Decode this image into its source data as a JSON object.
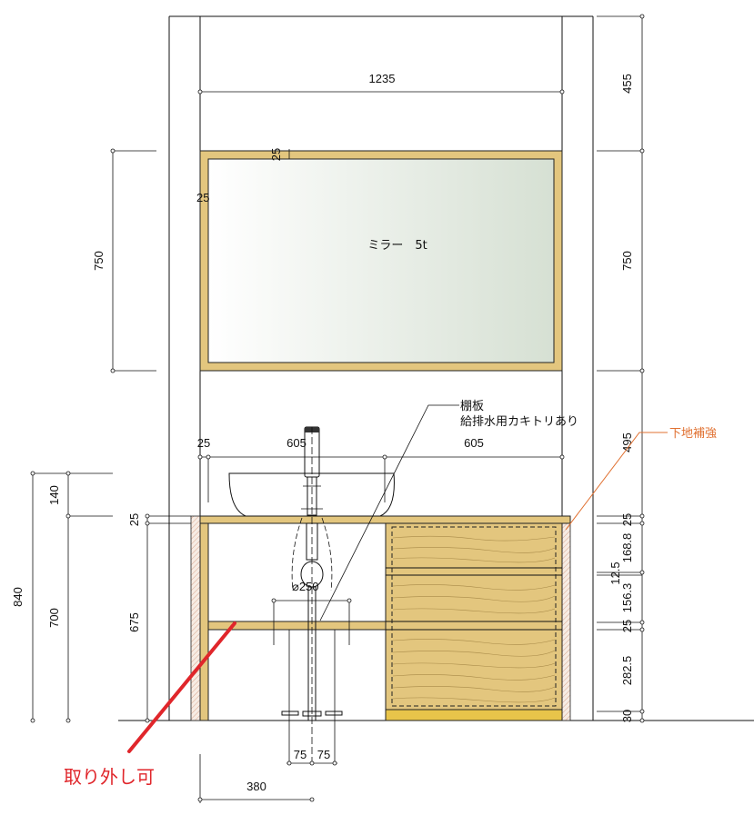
{
  "title": "洗面台 立面図",
  "colors": {
    "wood": "#e3c67e",
    "wood_band": "#e8c44a",
    "orange_note": "#e07030",
    "red_note": "#e0262b"
  },
  "mirror": {
    "label": "ミラー　5t",
    "frame_top": "25",
    "frame_side": "25"
  },
  "dims_top": {
    "width_overall": "1235",
    "left_gap": "25",
    "sink_half": "605",
    "cabinet_half": "605"
  },
  "dims_left": {
    "mirror_height": "750",
    "total_height": "840",
    "sink_height": "140",
    "counter_height": "700",
    "inner_height": "675",
    "top_thickness": "25"
  },
  "dims_right": [
    "455",
    "750",
    "495",
    "25",
    "168.8",
    "12.5",
    "156.3",
    "25",
    "282.5",
    "30"
  ],
  "dims_bottom": {
    "pipe_left": "75",
    "pipe_right": "75",
    "pipe_offset": "380"
  },
  "trap_radius": "⌀250",
  "notes": {
    "shelf_title": "棚板",
    "shelf_detail": "給排水用カキトリあり",
    "reinforcement": "下地補強",
    "removable": "取り外し可"
  }
}
